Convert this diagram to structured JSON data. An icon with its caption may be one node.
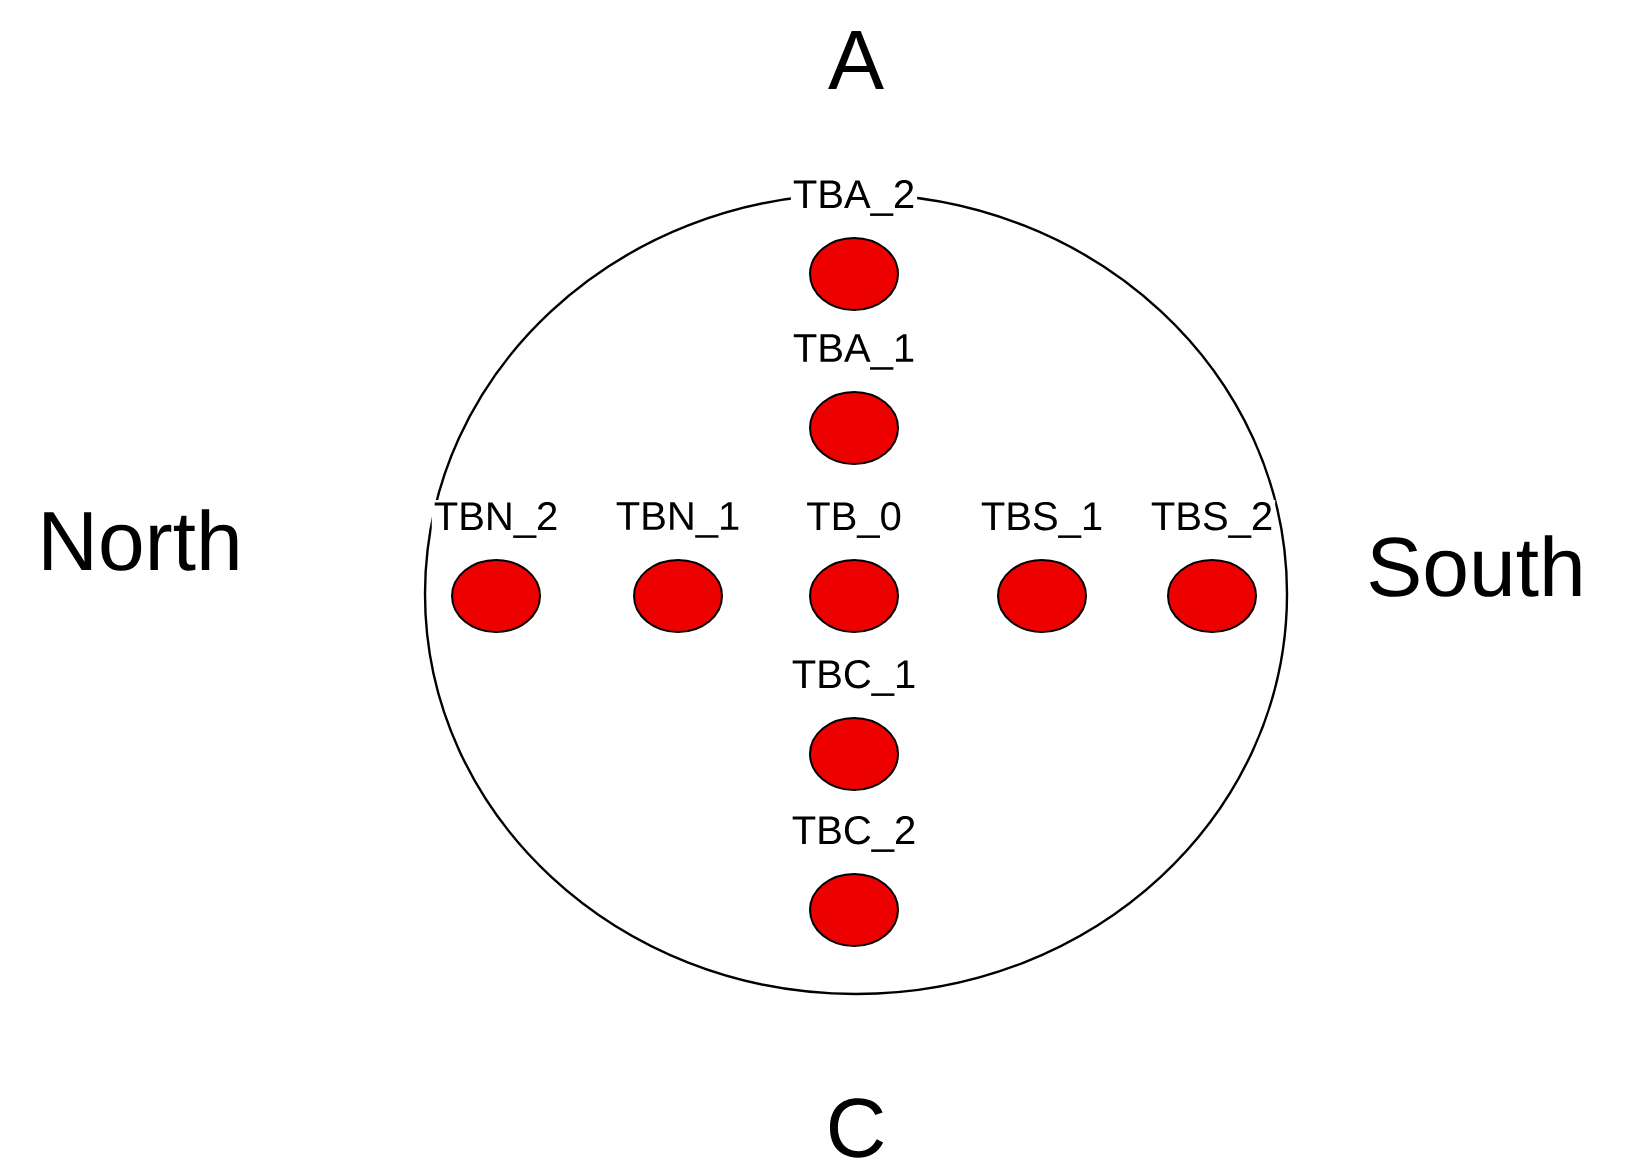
{
  "diagram": {
    "nodes": [
      {
        "text": [],
        "shape": "circle"
      },
      {
        "text": [],
        "shape": "circle",
        "in": 0,
        "beside": [
          "TBA_2"
        ]
      },
      {
        "text": [],
        "shape": "circle",
        "in": 0,
        "beside": [
          "TBA_1"
        ]
      },
      {
        "text": [],
        "shape": "circle",
        "in": 0,
        "beside": [
          "TBN_2"
        ]
      },
      {
        "text": [],
        "shape": "circle",
        "in": 0,
        "beside": [
          "TBN_1"
        ]
      },
      {
        "text": [],
        "shape": "circle",
        "in": 0,
        "beside": [
          "TB_0"
        ]
      },
      {
        "text": [],
        "shape": "circle",
        "in": 0,
        "beside": [
          "TBS_1"
        ]
      },
      {
        "text": [],
        "shape": "circle",
        "in": 0,
        "beside": [
          "TBS_2"
        ]
      },
      {
        "text": [],
        "shape": "circle",
        "in": 0,
        "beside": [
          "TBC_1"
        ]
      },
      {
        "text": [],
        "shape": "circle",
        "in": 0,
        "beside": [
          "TBC_2"
        ]
      }
    ],
    "labels": [
      "A",
      "North",
      "South",
      "C"
    ]
  }
}
